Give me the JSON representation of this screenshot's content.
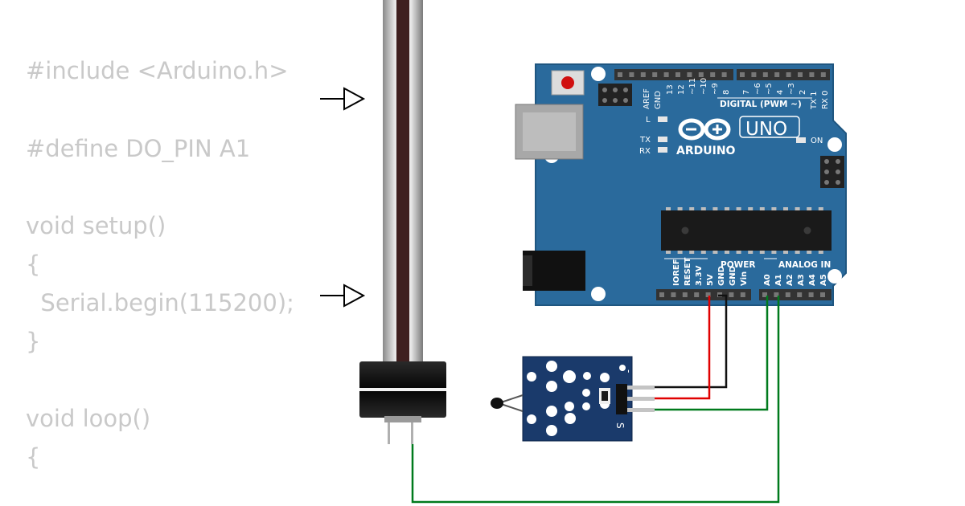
{
  "code_lines": [
    "#include <Arduino.h>",
    "#define DO_PIN A1",
    "void setup()",
    "{",
    "  Serial.begin(115200);",
    "}",
    "void loop()",
    "{"
  ],
  "board": {
    "model": "UNO",
    "brand": "ARDUINO",
    "digital_header_label": "DIGITAL (PWM ~)",
    "digital_pins_left": [
      "AREF",
      "GND",
      "13",
      "12",
      "~11",
      "~10",
      "~9",
      "8"
    ],
    "digital_pins_right": [
      "7",
      "~6",
      "~5",
      "4",
      "~3",
      "2",
      "TX 1",
      "RX 0"
    ],
    "power_label": "POWER",
    "power_pins": [
      "IOREF",
      "RESET",
      "3.3V",
      "5V",
      "GND",
      "GND",
      "Vin"
    ],
    "analog_label": "ANALOG IN",
    "analog_pins": [
      "A0",
      "A1",
      "A2",
      "A3",
      "A4",
      "A5"
    ],
    "led_labels": {
      "l": "L",
      "tx": "TX",
      "rx": "RX",
      "on": "ON"
    },
    "colors": {
      "pcb": "#2a6a9c",
      "pcb_edge": "#1f5680",
      "header": "#333333"
    }
  },
  "sensor_module": {
    "pin_labels": [
      "-",
      "S"
    ],
    "pcb_color": "#1a3a6b"
  },
  "wire_colors": {
    "vcc": "#e00000",
    "gnd": "#111111",
    "signal": "#007a1d"
  },
  "heater_tube": {
    "stripe_color": "#3e1f1f"
  }
}
